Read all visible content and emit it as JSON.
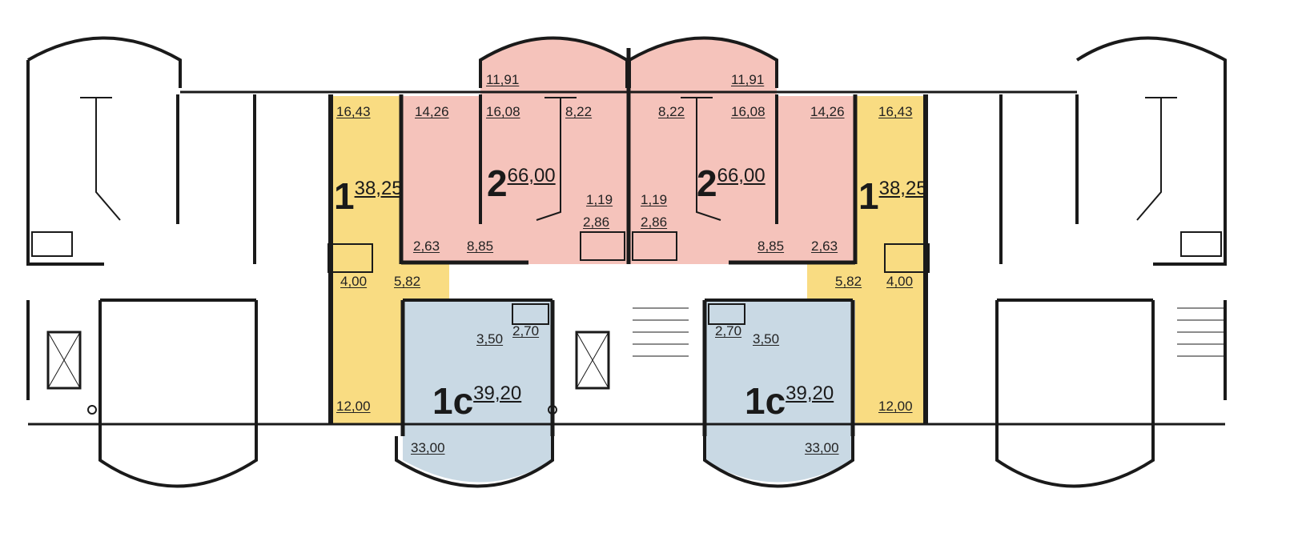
{
  "colors": {
    "one_room": "#f9dc82",
    "two_room": "#f5c3bb",
    "studio": "#c9d9e4",
    "wall": "#1a1a1a"
  },
  "apartments": [
    {
      "id": "yellow-left",
      "rooms": "1",
      "area": "38,25",
      "room_areas": [
        "16,43",
        "4,00",
        "5,82",
        "12,00"
      ]
    },
    {
      "id": "pink-left",
      "rooms": "2",
      "area": "66,00",
      "room_areas": [
        "11,91",
        "14,26",
        "16,08",
        "8,22",
        "1,19",
        "2,86",
        "2,63",
        "8,85"
      ]
    },
    {
      "id": "pink-right",
      "rooms": "2",
      "area": "66,00",
      "room_areas": [
        "11,91",
        "8,22",
        "16,08",
        "14,26",
        "1,19",
        "2,86",
        "8,85",
        "2,63"
      ]
    },
    {
      "id": "yellow-right",
      "rooms": "1",
      "area": "38,25",
      "room_areas": [
        "16,43",
        "5,82",
        "4,00",
        "12,00"
      ]
    },
    {
      "id": "blue-left",
      "rooms": "1c",
      "area": "39,20",
      "room_areas": [
        "3,50",
        "2,70",
        "33,00"
      ]
    },
    {
      "id": "blue-right",
      "rooms": "1c",
      "area": "39,20",
      "room_areas": [
        "2,70",
        "3,50",
        "33,00"
      ]
    }
  ]
}
